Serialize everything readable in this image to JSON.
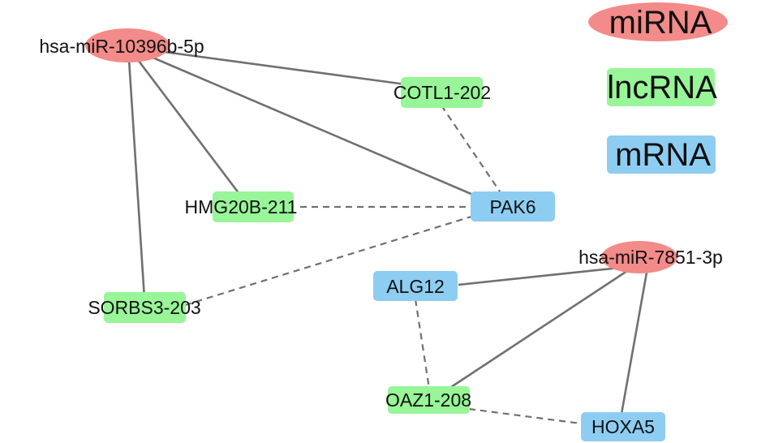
{
  "colors": {
    "mirna": "#f28b89",
    "lncrna": "#98f598",
    "mrna": "#8ecdf2",
    "edge": "#707070",
    "text": "#111111"
  },
  "legend": {
    "mirna": "miRNA",
    "lncrna": "lncRNA",
    "mrna": "mRNA"
  },
  "nodes": {
    "mir10396b": {
      "label": "hsa-miR-10396b-5p",
      "type": "miRNA"
    },
    "mir7851": {
      "label": "hsa-miR-7851-3p",
      "type": "miRNA"
    },
    "cotl1": {
      "label": "COTL1-202",
      "type": "lncRNA"
    },
    "hmg20b": {
      "label": "HMG20B-211",
      "type": "lncRNA"
    },
    "sorbs3": {
      "label": "SORBS3-203",
      "type": "lncRNA"
    },
    "oaz1": {
      "label": "OAZ1-208",
      "type": "lncRNA"
    },
    "pak6": {
      "label": "PAK6",
      "type": "mRNA"
    },
    "alg12": {
      "label": "ALG12",
      "type": "mRNA"
    },
    "hoxa5": {
      "label": "HOXA5",
      "type": "mRNA"
    }
  },
  "edges": [
    {
      "source": "mir10396b",
      "target": "cotl1",
      "style": "solid"
    },
    {
      "source": "mir10396b",
      "target": "hmg20b",
      "style": "solid"
    },
    {
      "source": "mir10396b",
      "target": "pak6",
      "style": "solid"
    },
    {
      "source": "mir10396b",
      "target": "sorbs3",
      "style": "solid"
    },
    {
      "source": "cotl1",
      "target": "pak6",
      "style": "dashed"
    },
    {
      "source": "hmg20b",
      "target": "pak6",
      "style": "dashed"
    },
    {
      "source": "sorbs3",
      "target": "pak6",
      "style": "dashed"
    },
    {
      "source": "mir7851",
      "target": "alg12",
      "style": "solid"
    },
    {
      "source": "mir7851",
      "target": "oaz1",
      "style": "solid"
    },
    {
      "source": "mir7851",
      "target": "hoxa5",
      "style": "solid"
    },
    {
      "source": "alg12",
      "target": "oaz1",
      "style": "dashed"
    },
    {
      "source": "oaz1",
      "target": "hoxa5",
      "style": "dashed"
    }
  ]
}
